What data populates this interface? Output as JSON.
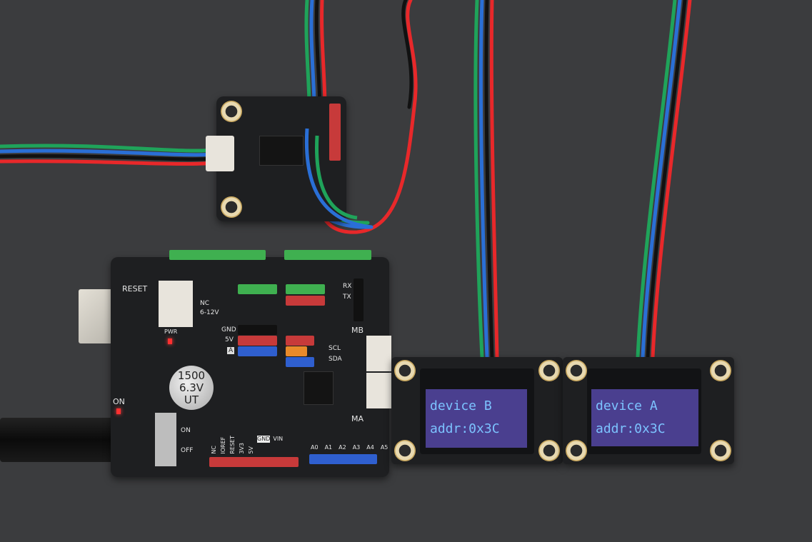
{
  "oled_right": {
    "line1": "device A",
    "line2": "addr:0x3C"
  },
  "oled_left": {
    "line1": "device B",
    "line2": "addr:0x3C"
  },
  "main_board": {
    "capacitor": [
      "1500",
      "6.3V",
      "UT"
    ],
    "labels": {
      "reset": "RESET",
      "pwr": "PWR",
      "on": "ON",
      "on_switch": "ON",
      "off_switch": "OFF",
      "mb": "MB",
      "ma": "MA",
      "gnd": "GND",
      "5v": "5V",
      "scl": "SCL",
      "sda": "SDA",
      "rx": "RX",
      "tx": "TX",
      "a": "A",
      "nc": "NC",
      "v612": "6-12V"
    },
    "power_header": [
      "NC",
      "IOREF",
      "RESET",
      "3V3",
      "5V",
      "GND",
      "VIN"
    ],
    "analog_header": [
      "A0",
      "A1",
      "A2",
      "A3",
      "A4",
      "A5"
    ]
  },
  "colors": {
    "background": "#3b3c3e",
    "pcb": "#1e1f21",
    "oled_screen": "#4a3f8f",
    "oled_text": "#7cc3ff",
    "wire_red": "#e8282a",
    "wire_green": "#1fa35a",
    "wire_blue": "#2a6fd6"
  }
}
